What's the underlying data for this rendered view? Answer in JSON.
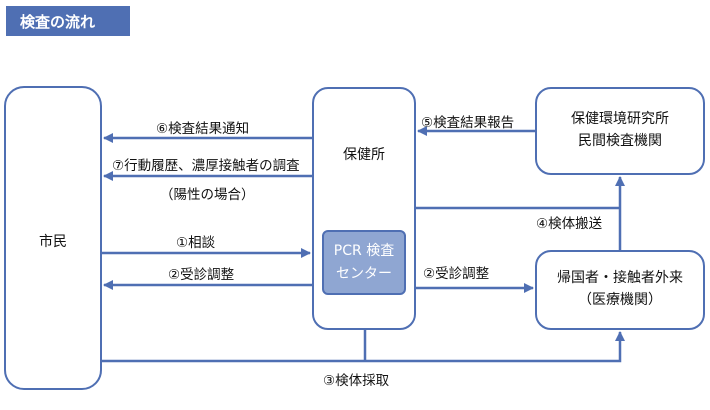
{
  "title": "検査の流れ",
  "nodes": {
    "citizen": "市民",
    "health_center": "保健所",
    "pcr_center_line1": "PCR 検査",
    "pcr_center_line2": "センター",
    "lab_line1": "保健環境研究所",
    "lab_line2": "民間検査機関",
    "clinic_line1": "帰国者・接触者外来",
    "clinic_line2": "（医療機関）"
  },
  "edges": {
    "e6": "⑥検査結果通知",
    "e7": "⑦行動履歴、濃厚接触者の調査",
    "e7_note": "（陽性の場合）",
    "e1": "①相談",
    "e2_left": "②受診調整",
    "e2_right": "②受診調整",
    "e5": "⑤検査結果報告",
    "e4": "④検体搬送",
    "e3": "③検体採取"
  },
  "colors": {
    "accent": "#4f6fb3",
    "pcr_fill": "#8fa6d2"
  }
}
